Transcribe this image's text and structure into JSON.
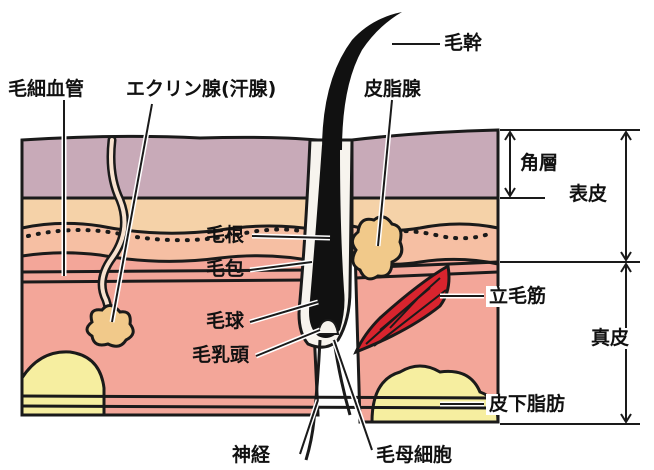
{
  "labels": {
    "hair_shaft": "毛幹",
    "capillary": "毛細血管",
    "eccrine_gland": "エクリン腺(汗腺)",
    "sebaceous_gland": "皮脂腺",
    "stratum_corneum": "角層",
    "epidermis": "表皮",
    "hair_root": "毛根",
    "hair_follicle": "毛包",
    "arrector_pili": "立毛筋",
    "hair_bulb": "毛球",
    "dermis": "真皮",
    "dermal_papilla": "毛乳頭",
    "subcutaneous_fat": "皮下脂肪",
    "nerve": "神経",
    "hair_matrix_cell": "毛母細胞"
  },
  "colors": {
    "stratum_corneum": "#c8aab8",
    "epidermis_upper": "#f5d2a8",
    "epidermis_lower": "#f6bfa3",
    "dermis": "#f3a699",
    "fat": "#f6eea0",
    "gland": "#f1c98a",
    "hair": "#111111",
    "muscle": "#d8242e",
    "outline": "#1a1a1a"
  }
}
